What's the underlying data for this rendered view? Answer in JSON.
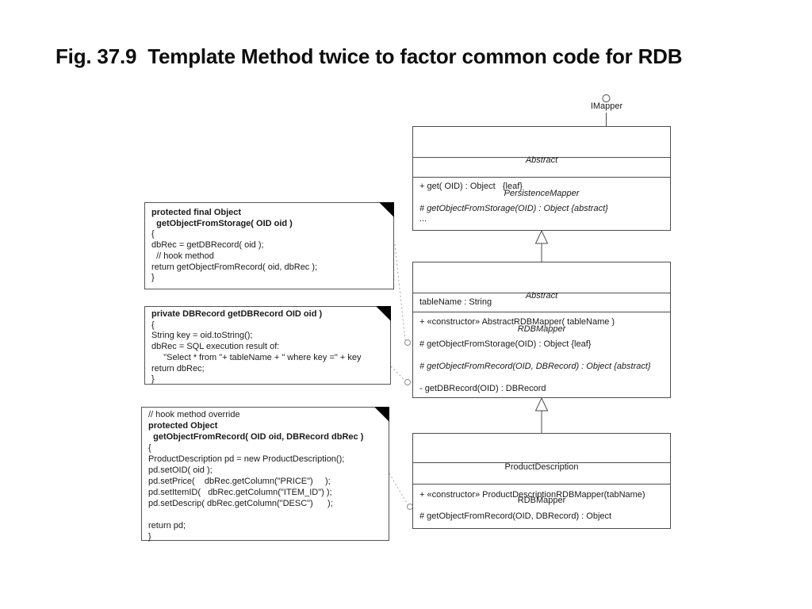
{
  "slide": {
    "title": "Fig. 37.9  Template Method twice to factor common code for RDB"
  },
  "diagram": {
    "interface_lollipop": {
      "label": "IMapper"
    },
    "classes": [
      {
        "name_line1": "Abstract",
        "name_line2": "PersistenceMapper",
        "methods": [
          "+ get( OID) : Object   {leaf}",
          "# getObjectFromStorage(OID) : Object {abstract}",
          "..."
        ]
      },
      {
        "name_line1": "Abstract",
        "name_line2": "RDBMapper",
        "attribute1": "tableName : String",
        "methods": [
          "+ «constructor» AbstractRDBMapper( tableName )",
          "# getObjectFromStorage(OID) : Object {leaf}",
          "# getObjectFromRecord(OID, DBRecord) : Object {abstract}",
          "- getDBRecord(OID) : DBRecord"
        ]
      },
      {
        "name_line1": "ProductDescription",
        "name_line2": "RDBMapper",
        "methods": [
          "+ «constructor» ProductDescriptionRDBMapper(tabName)",
          "# getObjectFromRecord(OID, DBRecord) : Object"
        ]
      }
    ],
    "notes": [
      {
        "lines": [
          "protected final Object",
          "  getObjectFromStorage( OID oid )",
          "{",
          "dbRec = getDBRecord( oid );",
          "  // hook method",
          "return getObjectFromRecord( oid, dbRec );",
          "}"
        ]
      },
      {
        "lines": [
          "private DBRecord getDBRecord OID oid )",
          "{",
          "String key = oid.toString();",
          "dbRec = SQL execution result of:",
          "     \"Select * from \"+ tableName + \" where key =\" + key",
          "return dbRec;",
          "}"
        ]
      },
      {
        "lines": [
          "// hook method override",
          "protected Object",
          "  getObjectFromRecord( OID oid, DBRecord dbRec )",
          "{",
          "ProductDescription pd = new ProductDescription();",
          "pd.setOID( oid );",
          "pd.setPrice(    dbRec.getColumn(\"PRICE\")     );",
          "pd.setItemID(   dbRec.getColumn(\"ITEM_ID\") );",
          "pd.setDescrip( dbRec.getColumn(\"DESC\")      );",
          "",
          "return pd;",
          "}"
        ]
      }
    ]
  },
  "colors": {
    "border": "#4d4d4d",
    "text": "#1a1a1a",
    "connector": "#a6a6a6",
    "fold": "#000000",
    "background": "#ffffff"
  }
}
